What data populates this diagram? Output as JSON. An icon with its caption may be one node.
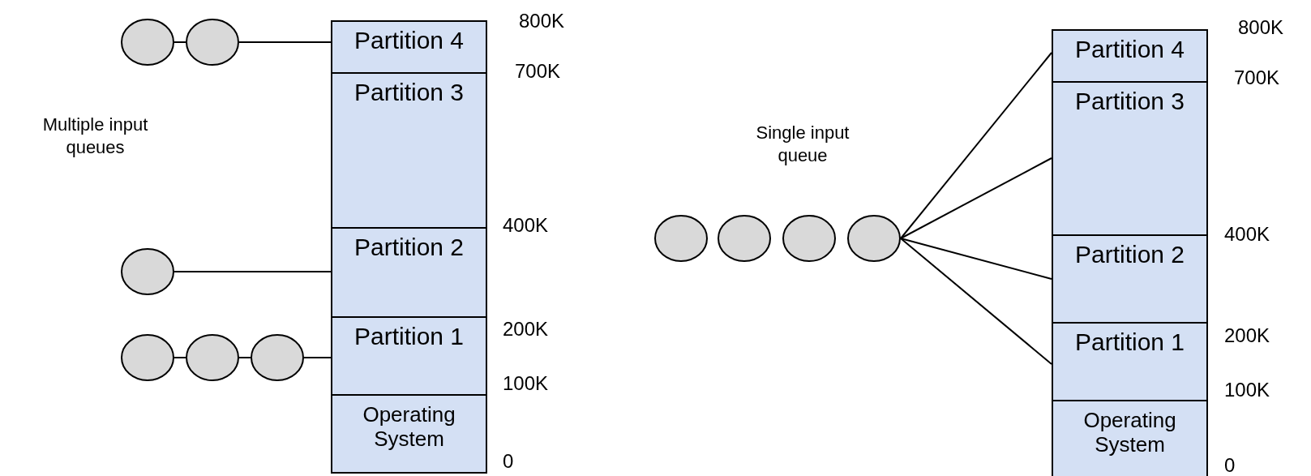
{
  "diagram": {
    "nodes": [
      {
        "text": [
          "Partition 4"
        ]
      },
      {
        "text": [
          "Partition 3"
        ]
      },
      {
        "text": [
          "Partition 2"
        ]
      },
      {
        "text": [
          "Partition 1"
        ]
      },
      {
        "text": [
          "Operating System"
        ]
      },
      {
        "text": [],
        "shape": "circle"
      },
      {
        "text": [],
        "shape": "circle"
      },
      {
        "text": [],
        "shape": "circle"
      },
      {
        "text": [],
        "shape": "circle"
      },
      {
        "text": [],
        "shape": "circle"
      },
      {
        "text": [],
        "shape": "circle"
      },
      {
        "text": [
          "Partition 4"
        ]
      },
      {
        "text": [
          "Partition 3"
        ]
      },
      {
        "text": [
          "Partition 2"
        ]
      },
      {
        "text": [
          "Partition 1"
        ]
      },
      {
        "text": [
          "Operating System"
        ]
      },
      {
        "text": [],
        "shape": "circle"
      },
      {
        "text": [],
        "shape": "circle"
      },
      {
        "text": [],
        "shape": "circle"
      },
      {
        "text": [],
        "shape": "circle"
      }
    ],
    "edges": [
      {
        "from": 5,
        "to": 6,
        "arrow": "none"
      },
      {
        "from": 6,
        "to": 0,
        "arrow": "none"
      },
      {
        "from": 7,
        "to": 2,
        "arrow": "none"
      },
      {
        "from": 8,
        "to": 9,
        "arrow": "none"
      },
      {
        "from": 9,
        "to": 10,
        "arrow": "none"
      },
      {
        "from": 10,
        "to": 3,
        "arrow": "none"
      },
      {
        "from": 19,
        "to": 11,
        "arrow": "none"
      },
      {
        "from": 19,
        "to": 12,
        "arrow": "none"
      },
      {
        "from": 19,
        "to": 13,
        "arrow": "none"
      },
      {
        "from": 19,
        "to": 14,
        "arrow": "none"
      }
    ],
    "labels": [
      "Multiple input queues",
      "800K",
      "700K",
      "400K",
      "200K",
      "100K",
      "0",
      "Single input queue",
      "800K",
      "700K",
      "400K",
      "200K",
      "100K",
      "0"
    ]
  }
}
